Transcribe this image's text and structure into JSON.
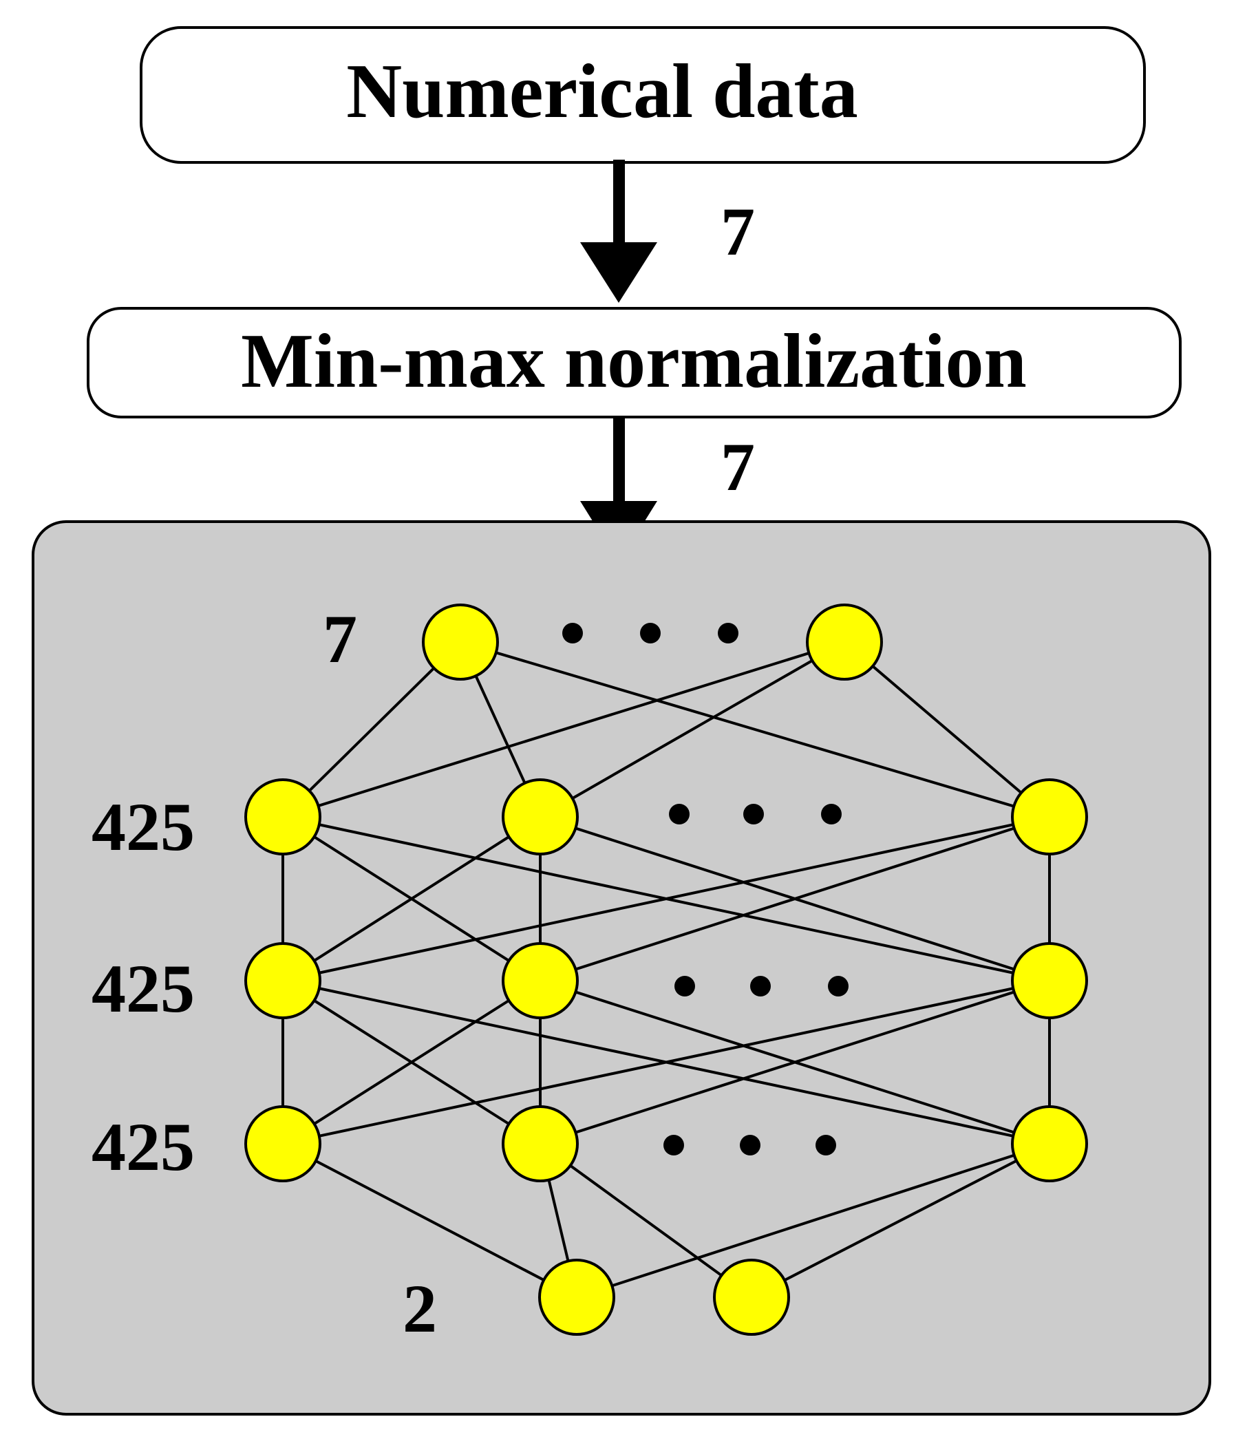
{
  "boxes": {
    "input": "Numerical data",
    "normalization": "Min-max normalization"
  },
  "arrows": {
    "input_to_norm": "7",
    "norm_to_network": "7"
  },
  "network": {
    "layers": [
      {
        "role": "input",
        "size_label": "7"
      },
      {
        "role": "hidden-1",
        "size_label": "425"
      },
      {
        "role": "hidden-2",
        "size_label": "425"
      },
      {
        "role": "hidden-3",
        "size_label": "425"
      },
      {
        "role": "output",
        "size_label": "2"
      }
    ],
    "node_color": "#ffff00",
    "panel_color": "#cccccc"
  }
}
